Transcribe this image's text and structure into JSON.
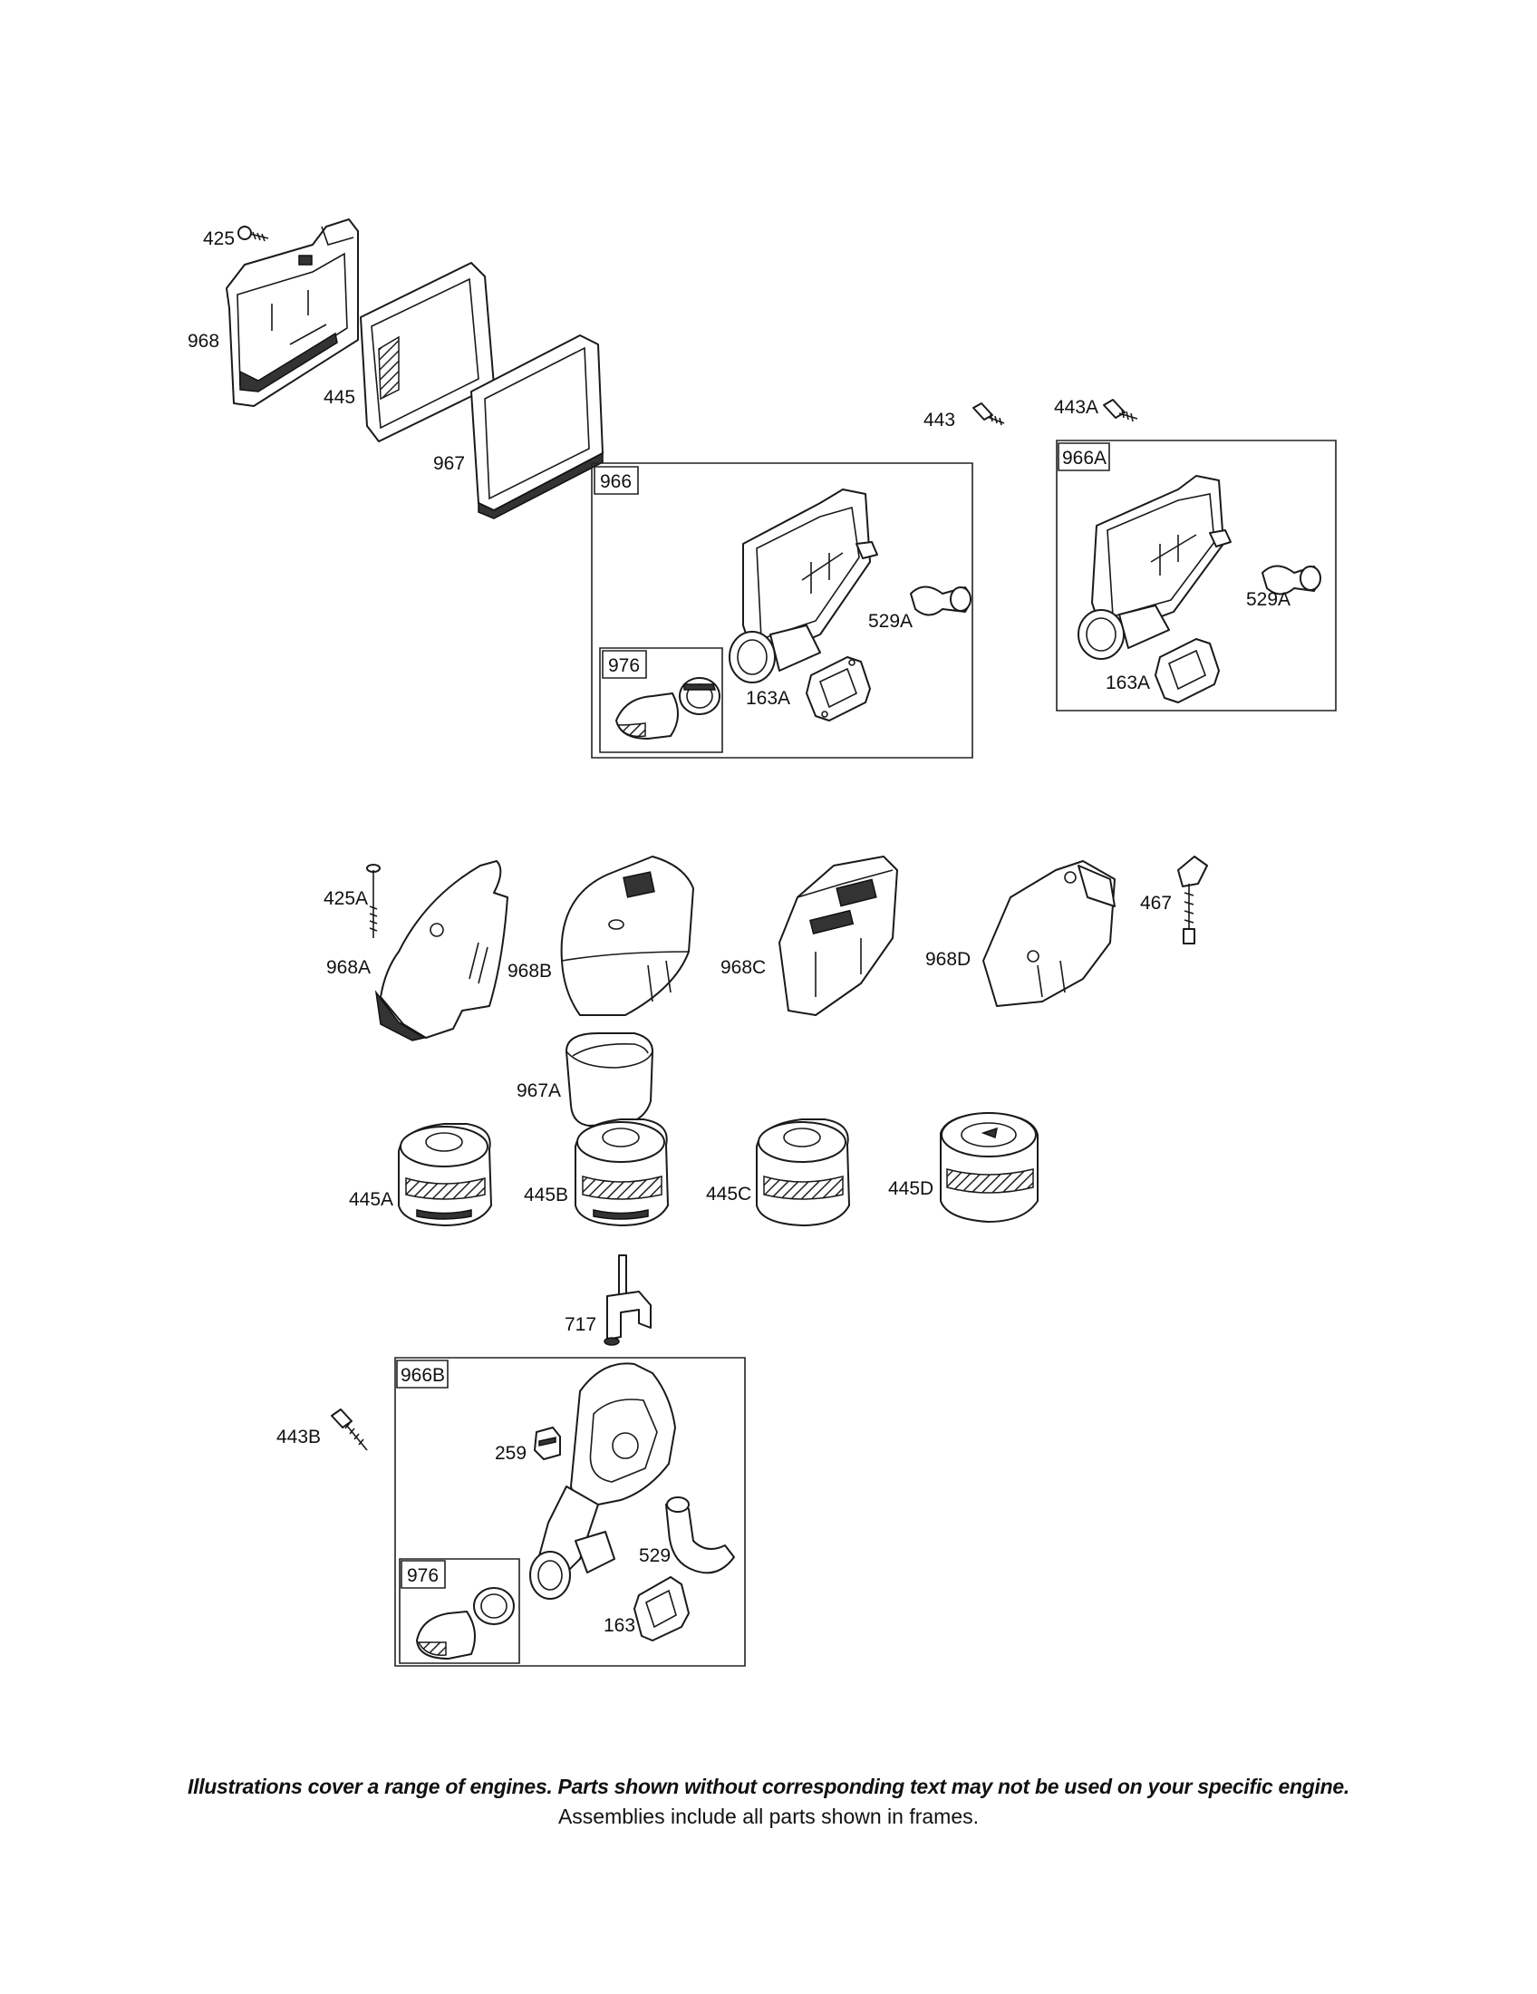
{
  "frames": {
    "f966": "966",
    "f976a": "976",
    "f966A": "966A",
    "f966B": "966B",
    "f976b": "976"
  },
  "callouts": {
    "c425": "425",
    "c968": "968",
    "c445": "445",
    "c967": "967",
    "c443": "443",
    "c443A": "443A",
    "c529A_1": "529A",
    "c163A_1": "163A",
    "c529A_2": "529A",
    "c163A_2": "163A",
    "c425A": "425A",
    "c968A": "968A",
    "c968B": "968B",
    "c968C": "968C",
    "c968D": "968D",
    "c467": "467",
    "c967A": "967A",
    "c445A": "445A",
    "c445B": "445B",
    "c445C": "445C",
    "c445D": "445D",
    "c717": "717",
    "c443B": "443B",
    "c259": "259",
    "c529": "529",
    "c163": "163"
  },
  "footer": {
    "line1": "Illustrations cover a range of engines. Parts shown without corresponding text may not be used on your specific engine.",
    "line2": "Assemblies include all parts shown in frames."
  }
}
